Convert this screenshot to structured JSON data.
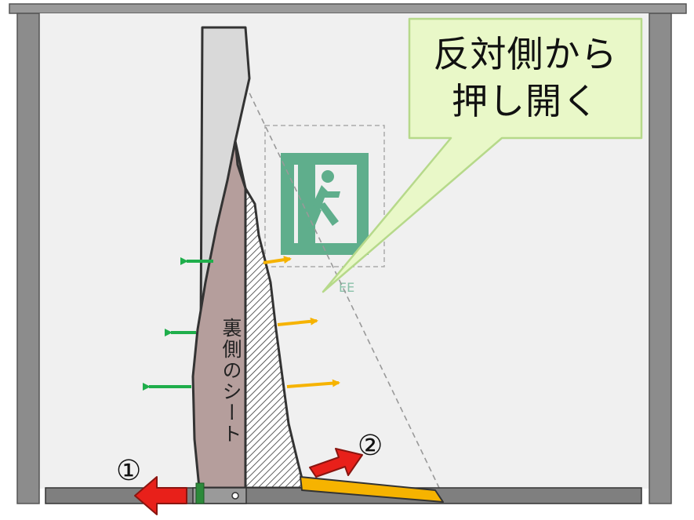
{
  "callout": {
    "line1": "反対側から",
    "line2": "押し開く"
  },
  "sheet_label": "裏側のシート",
  "step1": "①",
  "step2": "②",
  "colors": {
    "frame": "#8c8c8c",
    "wall": "#f0f0f0",
    "sheet_back": "#b59e9c",
    "sheet_front": "#d9d9d9",
    "callout_fill": "#e9f8c8",
    "callout_stroke": "#b6d98a",
    "exit_sign": "#5fae8c",
    "arrow_green": "#1fae4b",
    "arrow_orange": "#f6b300",
    "arrow_red": "#e8201a"
  },
  "icons": [
    "emergency-exit-icon",
    "red-arrow-icon",
    "green-arrow-icon",
    "orange-arrow-icon"
  ]
}
